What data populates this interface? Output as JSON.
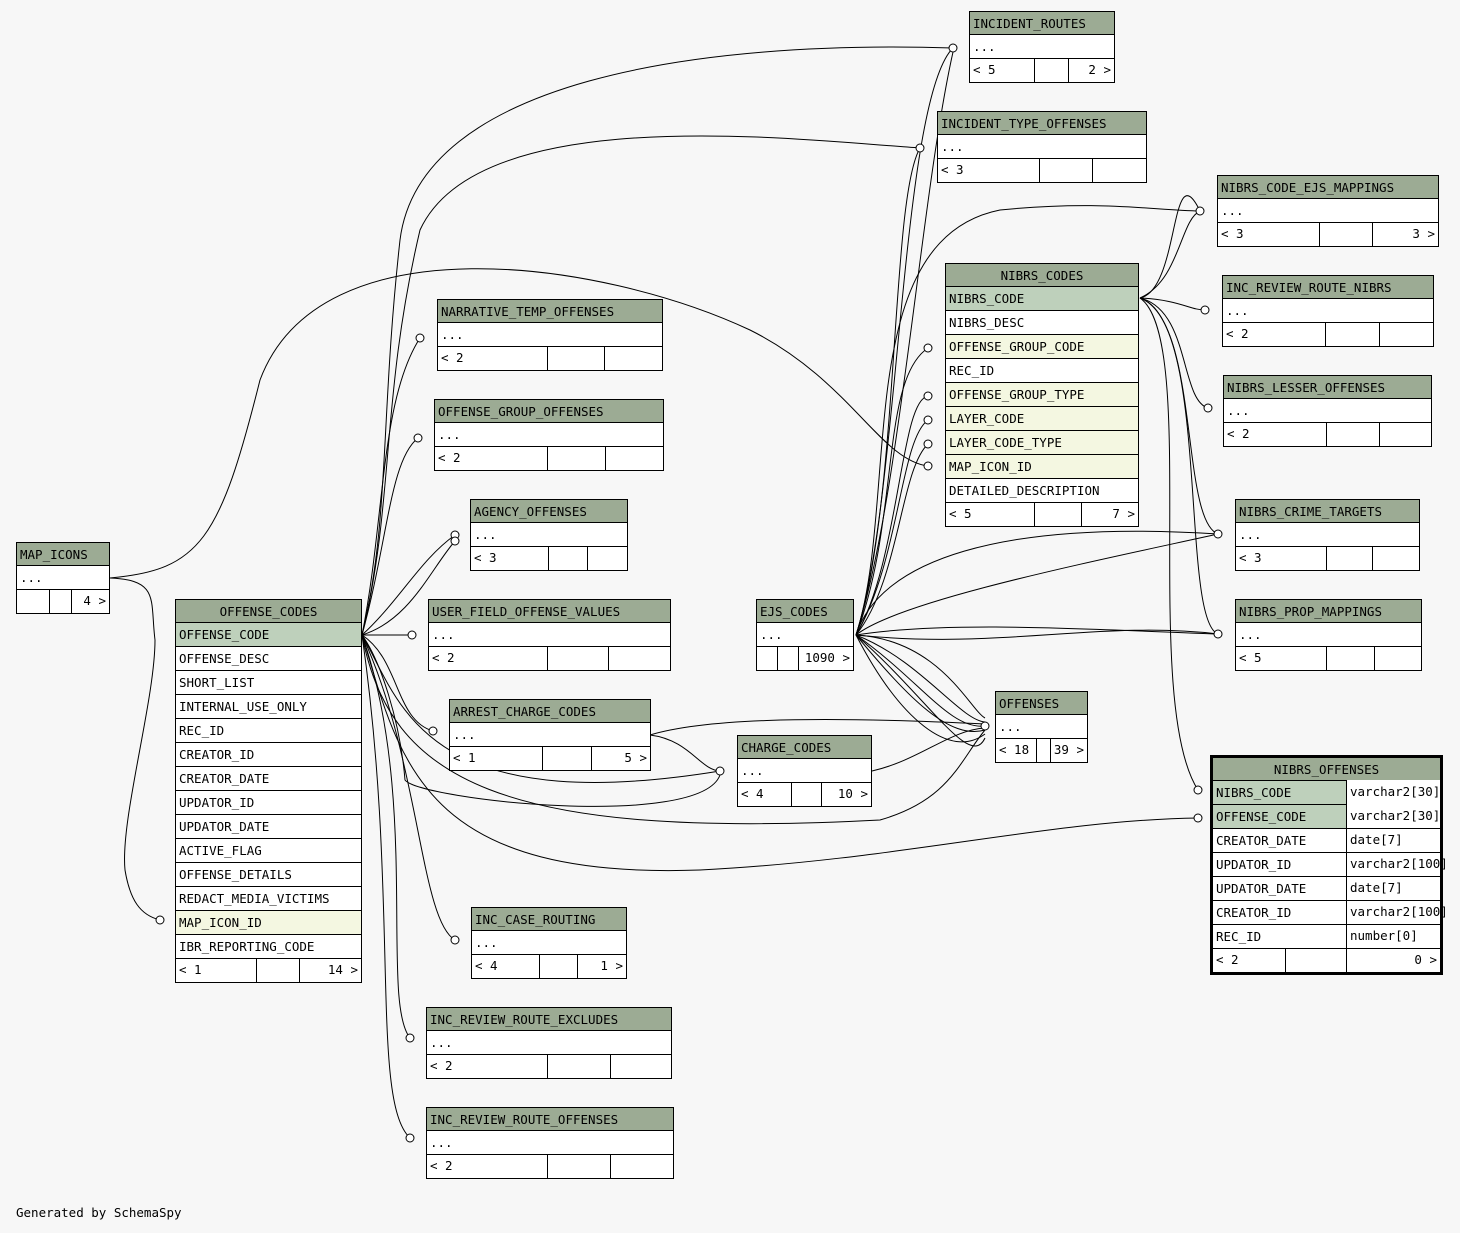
{
  "credit": "Generated by SchemaSpy",
  "tables": {
    "incident_routes": {
      "name": "INCIDENT_ROUTES",
      "rows": [
        "..."
      ],
      "footer": [
        "< 5",
        "",
        "2 >"
      ]
    },
    "incident_type_offenses": {
      "name": "INCIDENT_TYPE_OFFENSES",
      "rows": [
        "..."
      ],
      "footer": [
        "< 3",
        "",
        ""
      ]
    },
    "nibrs_code_ejs_mappings": {
      "name": "NIBRS_CODE_EJS_MAPPINGS",
      "rows": [
        "..."
      ],
      "footer": [
        "< 3",
        "",
        "3 >"
      ]
    },
    "nibrs_codes": {
      "name": "NIBRS_CODES",
      "rows": [
        "NIBRS_CODE",
        "NIBRS_DESC",
        "OFFENSE_GROUP_CODE",
        "REC_ID",
        "OFFENSE_GROUP_TYPE",
        "LAYER_CODE",
        "LAYER_CODE_TYPE",
        "MAP_ICON_ID",
        "DETAILED_DESCRIPTION"
      ],
      "footer": [
        "< 5",
        "",
        "7 >"
      ]
    },
    "inc_review_route_nibrs": {
      "name": "INC_REVIEW_ROUTE_NIBRS",
      "rows": [
        "..."
      ],
      "footer": [
        "< 2",
        "",
        ""
      ]
    },
    "nibrs_lesser_offenses": {
      "name": "NIBRS_LESSER_OFFENSES",
      "rows": [
        "..."
      ],
      "footer": [
        "< 2",
        "",
        ""
      ]
    },
    "narrative_temp_offenses": {
      "name": "NARRATIVE_TEMP_OFFENSES",
      "rows": [
        "..."
      ],
      "footer": [
        "< 2",
        "",
        ""
      ]
    },
    "offense_group_offenses": {
      "name": "OFFENSE_GROUP_OFFENSES",
      "rows": [
        "..."
      ],
      "footer": [
        "< 2",
        "",
        ""
      ]
    },
    "agency_offenses": {
      "name": "AGENCY_OFFENSES",
      "rows": [
        "..."
      ],
      "footer": [
        "< 3",
        "",
        ""
      ]
    },
    "nibrs_crime_targets": {
      "name": "NIBRS_CRIME_TARGETS",
      "rows": [
        "..."
      ],
      "footer": [
        "< 3",
        "",
        ""
      ]
    },
    "map_icons": {
      "name": "MAP_ICONS",
      "rows": [
        "..."
      ],
      "footer": [
        "",
        "",
        "4 >"
      ]
    },
    "offense_codes": {
      "name": "OFFENSE_CODES",
      "rows": [
        "OFFENSE_CODE",
        "OFFENSE_DESC",
        "SHORT_LIST",
        "INTERNAL_USE_ONLY",
        "REC_ID",
        "CREATOR_ID",
        "CREATOR_DATE",
        "UPDATOR_ID",
        "UPDATOR_DATE",
        "ACTIVE_FLAG",
        "OFFENSE_DETAILS",
        "REDACT_MEDIA_VICTIMS",
        "MAP_ICON_ID",
        "IBR_REPORTING_CODE"
      ],
      "footer": [
        "< 1",
        "",
        "14 >"
      ]
    },
    "user_field_offense_values": {
      "name": "USER_FIELD_OFFENSE_VALUES",
      "rows": [
        "..."
      ],
      "footer": [
        "< 2",
        "",
        ""
      ]
    },
    "ejs_codes": {
      "name": "EJS_CODES",
      "rows": [
        "..."
      ],
      "footer": [
        "",
        "",
        "1090 >"
      ]
    },
    "nibrs_prop_mappings": {
      "name": "NIBRS_PROP_MAPPINGS",
      "rows": [
        "..."
      ],
      "footer": [
        "< 5",
        "",
        ""
      ]
    },
    "offenses": {
      "name": "OFFENSES",
      "rows": [
        "..."
      ],
      "footer": [
        "< 18",
        "",
        "39 >"
      ]
    },
    "arrest_charge_codes": {
      "name": "ARREST_CHARGE_CODES",
      "rows": [
        "..."
      ],
      "footer": [
        "< 1",
        "",
        "5 >"
      ]
    },
    "charge_codes": {
      "name": "CHARGE_CODES",
      "rows": [
        "..."
      ],
      "footer": [
        "< 4",
        "",
        "10 >"
      ]
    },
    "nibrs_offenses": {
      "name": "NIBRS_OFFENSES",
      "rows": [
        {
          "col": "NIBRS_CODE",
          "type": "varchar2[30]"
        },
        {
          "col": "OFFENSE_CODE",
          "type": "varchar2[30]"
        },
        {
          "col": "CREATOR_DATE",
          "type": "date[7]"
        },
        {
          "col": "UPDATOR_ID",
          "type": "varchar2[100]"
        },
        {
          "col": "UPDATOR_DATE",
          "type": "date[7]"
        },
        {
          "col": "CREATOR_ID",
          "type": "varchar2[100]"
        },
        {
          "col": "REC_ID",
          "type": "number[0]"
        }
      ],
      "footer": [
        "< 2",
        "",
        "0 >"
      ]
    },
    "inc_case_routing": {
      "name": "INC_CASE_ROUTING",
      "rows": [
        "..."
      ],
      "footer": [
        "< 4",
        "",
        "1 >"
      ]
    },
    "inc_review_route_excludes": {
      "name": "INC_REVIEW_ROUTE_EXCLUDES",
      "rows": [
        "..."
      ],
      "footer": [
        "< 2",
        "",
        ""
      ]
    },
    "inc_review_route_offenses": {
      "name": "INC_REVIEW_ROUTE_OFFENSES",
      "rows": [
        "..."
      ],
      "footer": [
        "< 2",
        "",
        ""
      ]
    }
  }
}
